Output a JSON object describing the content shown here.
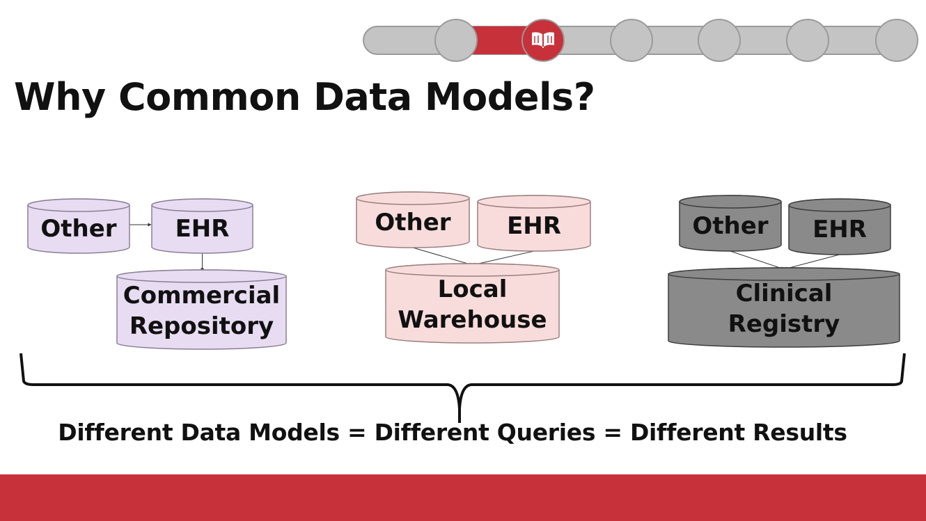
{
  "slide": {
    "title": "Why Common Data Models?",
    "caption": "Different Data Models = Different Queries = Different Results"
  },
  "progress": {
    "total_steps": 6,
    "active_step": 2,
    "active_icon": "open-book-icon",
    "active_color": "#c7313a",
    "track_color": "#c4c4c4"
  },
  "groups": [
    {
      "id": "group-1",
      "fill": "#e8dcf2",
      "stroke": "#8a7e96",
      "sources": [
        {
          "label": "Other"
        },
        {
          "label": "EHR"
        }
      ],
      "target": {
        "line1": "Commercial",
        "line2": "Repository"
      }
    },
    {
      "id": "group-2",
      "fill": "#f8dcdc",
      "stroke": "#9a7e7e",
      "sources": [
        {
          "label": "Other"
        },
        {
          "label": "EHR"
        }
      ],
      "target": {
        "line1": "Local",
        "line2": "Warehouse"
      }
    },
    {
      "id": "group-3",
      "fill": "#8a8a8a",
      "stroke": "#3c3c3c",
      "sources": [
        {
          "label": "Other"
        },
        {
          "label": "EHR"
        }
      ],
      "target": {
        "line1": "Clinical",
        "line2": "Registry"
      }
    }
  ],
  "footer": {
    "color": "#c7313a"
  }
}
